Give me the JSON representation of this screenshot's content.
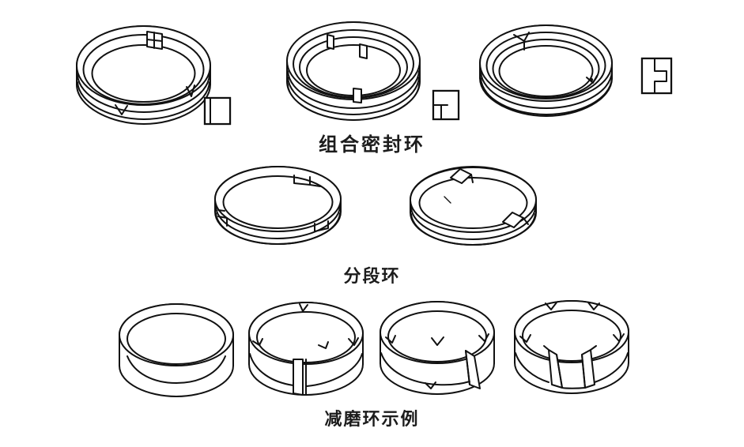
{
  "figure": {
    "background_color": "#ffffff",
    "line_color": "#111111",
    "rows": [
      {
        "id": "combined-seal-ring-row",
        "caption": "组合密封环",
        "items": [
          {
            "name": "stepped-joint-ring",
            "kind": "ring-perspective"
          },
          {
            "name": "laminated-multi-ring",
            "kind": "ring-perspective"
          },
          {
            "name": "coiled-strip-ring",
            "kind": "ring-perspective"
          }
        ],
        "section_icons": [
          {
            "name": "section-detail-1",
            "hatch": "diagonal",
            "profile": "square-step"
          },
          {
            "name": "section-detail-2",
            "hatch": "diagonal",
            "profile": "split-step"
          },
          {
            "name": "section-detail-3",
            "hatch": "diagonal",
            "profile": "notched-block"
          }
        ]
      },
      {
        "id": "segmented-ring-row",
        "caption": "分段环",
        "items": [
          {
            "name": "stepped-segment-ring",
            "kind": "thin-ring"
          },
          {
            "name": "angled-cut-segment-ring",
            "kind": "thin-ring"
          }
        ]
      },
      {
        "id": "wear-ring-row",
        "caption": "减磨环示例",
        "items": [
          {
            "name": "solid-wear-ring",
            "kind": "cylinder-ring"
          },
          {
            "name": "split-wear-ring",
            "kind": "cylinder-ring"
          },
          {
            "name": "bevel-cut-wear-ring",
            "kind": "cylinder-ring"
          },
          {
            "name": "multi-segment-wear-ring",
            "kind": "cylinder-ring"
          }
        ]
      }
    ]
  },
  "captions": {
    "row1": "组合密封环",
    "row2": "分段环",
    "row3": "减磨环示例"
  }
}
